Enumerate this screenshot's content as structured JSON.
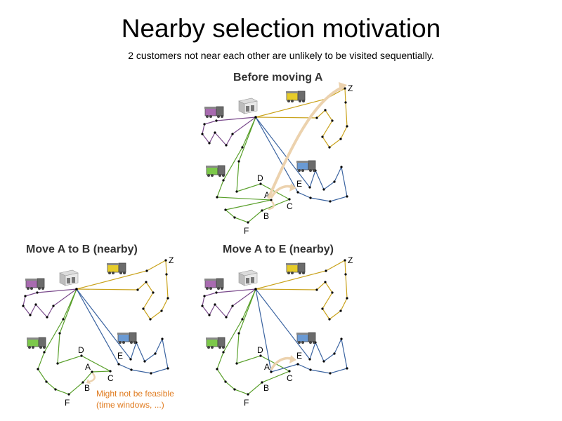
{
  "title": "Nearby selection motivation",
  "subtitle": "2 customers not near each other are unlikely to be visited sequentially.",
  "colors": {
    "purple": "#7a4a8c",
    "yellow": "#c9a21a",
    "green": "#5aa02c",
    "blue": "#3a63a0",
    "arrow": "#ecd2ae",
    "note": "#e07b1f"
  },
  "panels": [
    {
      "id": "before",
      "title": "Before moving A",
      "variant": "before"
    },
    {
      "id": "move-a-to-b",
      "title": "Move A to B (nearby)",
      "variant": "toB",
      "note": [
        "Might not be feasible",
        "(time windows, ...)"
      ]
    },
    {
      "id": "move-a-to-e",
      "title": "Move A to E (nearby)",
      "variant": "toE"
    }
  ],
  "node_labels": [
    "A",
    "B",
    "C",
    "D",
    "E",
    "F",
    "Z"
  ],
  "vehicles": [
    {
      "route": "purple",
      "icon": "truck-icon"
    },
    {
      "route": "yellow",
      "icon": "truck-icon"
    },
    {
      "route": "green",
      "icon": "truck-icon"
    },
    {
      "route": "blue",
      "icon": "truck-icon"
    }
  ],
  "depot_icon": "warehouse-icon"
}
